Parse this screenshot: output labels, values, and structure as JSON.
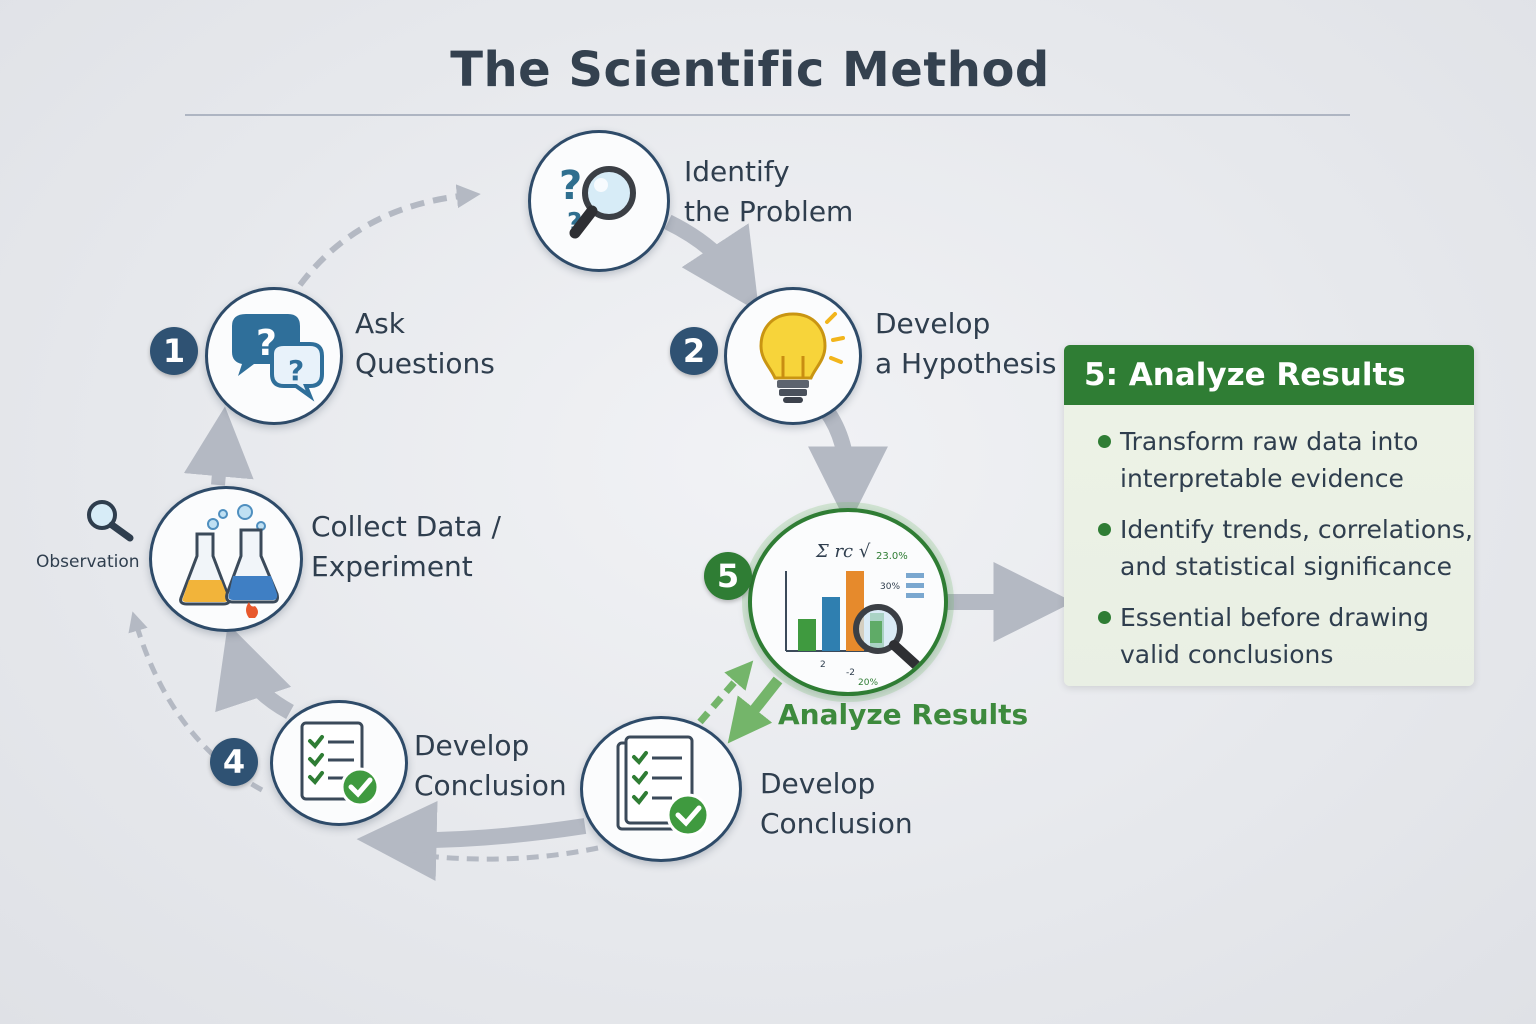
{
  "title": "The Scientific Method",
  "nodes": {
    "identify": {
      "label_lines": [
        "Identify",
        "the Problem"
      ]
    },
    "ask": {
      "badge": "1",
      "label_lines": [
        "Ask",
        "Questions"
      ]
    },
    "hypothesis": {
      "badge": "2",
      "label_lines": [
        "Develop",
        "a Hypothesis"
      ]
    },
    "collect": {
      "label_lines": [
        "Collect Data /",
        "Experiment"
      ],
      "side_label": "Observation"
    },
    "analyze": {
      "badge": "5",
      "label": "Analyze Results",
      "chart_texts": [
        "Σ rc √",
        "23.0%",
        "30%",
        "2",
        "-2",
        "20%"
      ]
    },
    "conclusion_left": {
      "badge": "4",
      "label_lines": [
        "Develop",
        "Conclusion"
      ]
    },
    "conclusion_right": {
      "label_lines": [
        "Develop",
        "Conclusion"
      ]
    }
  },
  "panel": {
    "heading": "5: Analyze Results",
    "bullets": [
      [
        "Transform raw data into",
        "interpretable evidence"
      ],
      [
        "Identify trends, correlations,",
        "and statistical significance"
      ],
      [
        "Essential before drawing",
        "valid conclusions"
      ]
    ]
  },
  "colors": {
    "navy": "#2e4b69",
    "accent_green": "#2f7d34",
    "arrow_gray": "#b4b9c3",
    "panel_bg": "#edf3e6"
  }
}
